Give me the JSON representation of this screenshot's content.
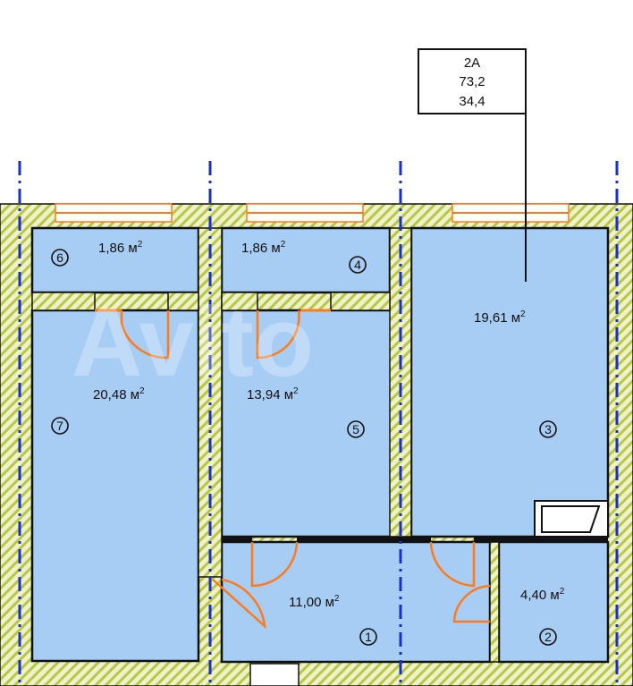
{
  "apartment": {
    "name": "2А",
    "total_area": "73,2",
    "living_area": "34,4"
  },
  "rooms": [
    {
      "number": "1",
      "area": "11,00 м",
      "sup": "2"
    },
    {
      "number": "2",
      "area": "4,40 м",
      "sup": "2"
    },
    {
      "number": "3",
      "area": "19,61 м",
      "sup": "2"
    },
    {
      "number": "4",
      "area": "1,86 м",
      "sup": "2"
    },
    {
      "number": "5",
      "area": "13,94 м",
      "sup": "2"
    },
    {
      "number": "6",
      "area": "1,86 м",
      "sup": "2"
    },
    {
      "number": "7",
      "area": "20,48 м",
      "sup": "2"
    }
  ],
  "colors": {
    "room_fill": "#a8cdf5",
    "wall_hatch": "#c8d46a",
    "door_window": "#ff7a1a",
    "axis_line": "#1b2fc2",
    "side_green": "#9fe3a0"
  }
}
